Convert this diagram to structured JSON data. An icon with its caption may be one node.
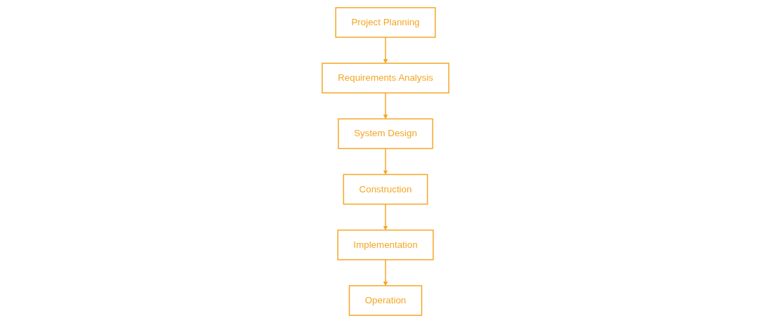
{
  "diagram": {
    "nodes": [
      {
        "text": [
          "Project Planning"
        ]
      },
      {
        "text": [
          "Requirements Analysis"
        ]
      },
      {
        "text": [
          "System Design"
        ]
      },
      {
        "text": [
          "Construction"
        ]
      },
      {
        "text": [
          "Implementation"
        ]
      },
      {
        "text": [
          "Operation"
        ]
      }
    ],
    "edges": [
      {
        "from": 0,
        "to": 1,
        "arrow": "to"
      },
      {
        "from": 1,
        "to": 2,
        "arrow": "to"
      },
      {
        "from": 2,
        "to": 3,
        "arrow": "to"
      },
      {
        "from": 3,
        "to": 4,
        "arrow": "to"
      },
      {
        "from": 4,
        "to": 5,
        "arrow": "to"
      }
    ]
  }
}
